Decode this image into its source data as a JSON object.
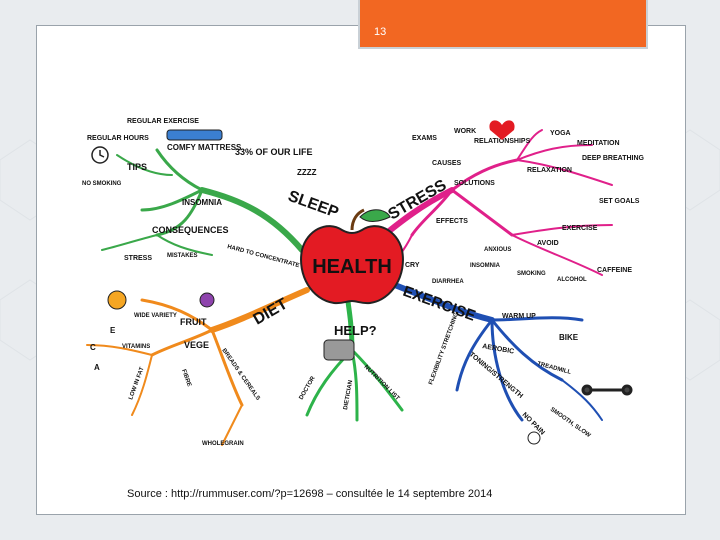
{
  "slide": {
    "number": "13"
  },
  "caption": "Source : http://rummuser.com/?p=12698 – consultée le 14 septembre 2014",
  "colors": {
    "accent": "#f26722",
    "health_apple": "#e31b23",
    "sleep_branch": "#3aa84a",
    "stress_branch": "#e0208a",
    "exercise_branch": "#1f4fb3",
    "help_branch": "#2db34a",
    "diet_branch": "#f08a1c"
  },
  "mindmap": {
    "center": "HEALTH",
    "sleep": {
      "label": "SLEEP",
      "items": [
        "REGULAR EXERCISE",
        "REGULAR HOURS",
        "COMFY MATTRESS",
        "33% OF OUR LIFE",
        "ZZZZ",
        "TIPS",
        "NO SMOKING",
        "INSOMNIA",
        "CONSEQUENCES",
        "STRESS",
        "MISTAKES",
        "HARD TO CONCENTRATE"
      ]
    },
    "stress": {
      "label": "STRESS",
      "items": [
        "EXAMS",
        "WORK",
        "RELATIONSHIPS",
        "YOGA",
        "MEDITATION",
        "CAUSES",
        "DEEP BREATHING",
        "RELAXATION",
        "SOLUTIONS",
        "SET GOALS",
        "EFFECTS",
        "EXERCISE",
        "AVOID",
        "CRY",
        "ANXIOUS",
        "CAFFEINE",
        "DIARRHEA",
        "INSOMNIA",
        "SMOKING",
        "ALCOHOL"
      ]
    },
    "exercise": {
      "label": "EXERCISE",
      "items": [
        "WARM UP",
        "BIKE",
        "AEROBIC",
        "TREADMILL",
        "FLEXIBILITY STRETCHING",
        "TONING/STRENGTH",
        "NO PAIN",
        "SMOOTH, SLOW"
      ]
    },
    "help": {
      "label": "HELP?",
      "items": [
        "DOCTOR",
        "DIETICIAN",
        "NUTRITION LIST"
      ]
    },
    "diet": {
      "label": "DIET",
      "items": [
        "FRUIT",
        "WIDE VARIETY",
        "VEGE",
        "VITAMINS",
        "E",
        "C",
        "A",
        "LOW IN FAT",
        "FIBRE",
        "BREADS & CEREALS",
        "WHOLEGRAIN"
      ]
    }
  }
}
